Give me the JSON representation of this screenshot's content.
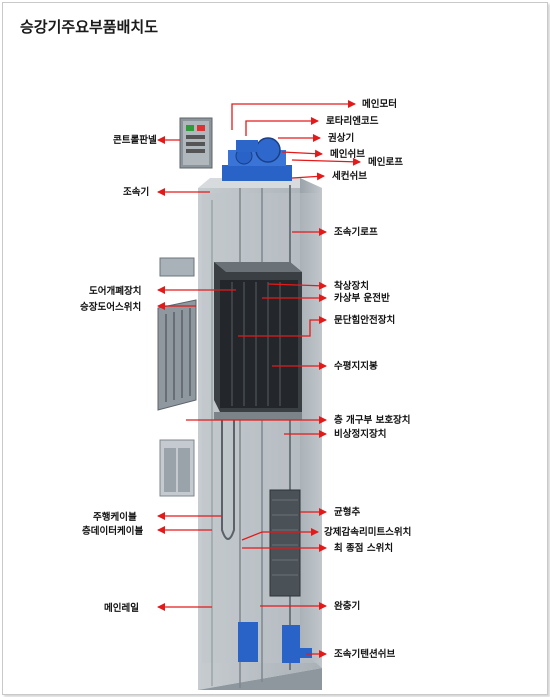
{
  "title": "승강기주요부품배치도",
  "colors": {
    "arrow": "#e31a1a",
    "shaft": "#b9c0c6",
    "machine_blue": "#2a63c8"
  },
  "labels_right": [
    "메인모터",
    "로타리엔코드",
    "권상기",
    "메인쉬브",
    "메인로프",
    "세컨쉬브",
    "조속기로프",
    "착상장치",
    "카상부 운전반",
    "문단힘안전장치",
    "수평지지봉",
    "층 개구부 보호장치",
    "비상정지장치",
    "균형추",
    "강제감속리미트스위치",
    "최 종점 스위치",
    "완충기",
    "조속기텐션쉬브"
  ],
  "labels_left": [
    "콘트롤판넬",
    "조속기",
    "도어개폐장치",
    "승장도어스위치",
    "주행케이블",
    "층데이터케이블",
    "메인레일"
  ]
}
